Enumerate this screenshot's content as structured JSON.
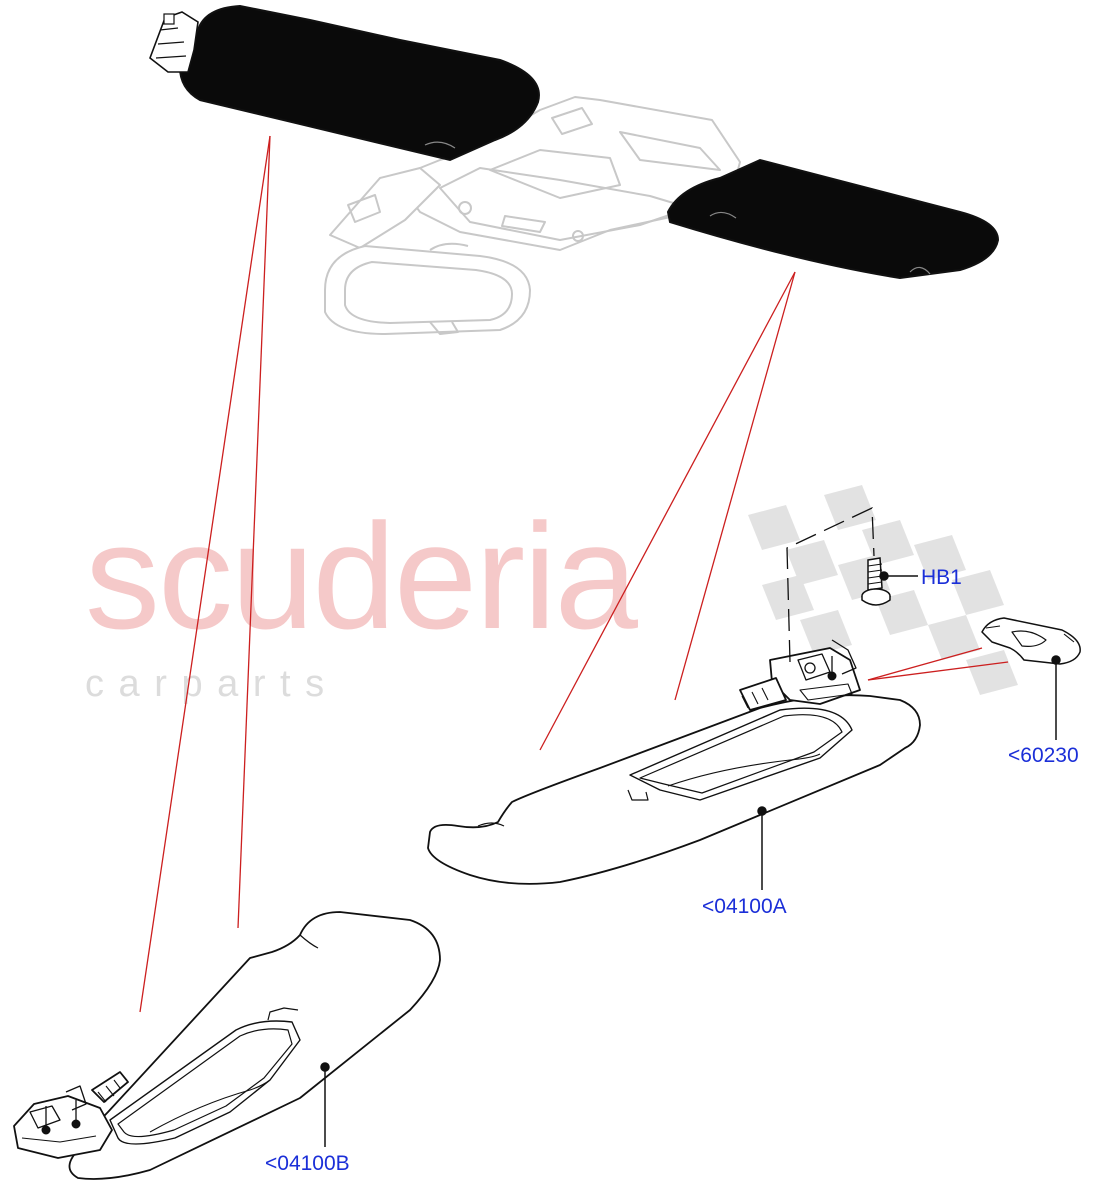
{
  "diagram": {
    "watermark": {
      "brand": "scuderia",
      "tagline": "c a r   p a r t s",
      "brand_color": "#f5c9c9",
      "tagline_color": "#dcdcdc",
      "checker_color": "#d9d9d9"
    },
    "callouts": [
      {
        "id": "hb1",
        "label": "HB1"
      },
      {
        "id": "60230",
        "label": "<60230"
      },
      {
        "id": "04100a",
        "label": "<04100A"
      },
      {
        "id": "04100b",
        "label": "<04100B"
      }
    ],
    "colors": {
      "callout_text": "#1b2fd8",
      "leader_line": "#cc1f1f",
      "part_outline": "#111111",
      "context_outline": "#c8c8c8",
      "visor_fill": "#0a0a0a"
    }
  }
}
